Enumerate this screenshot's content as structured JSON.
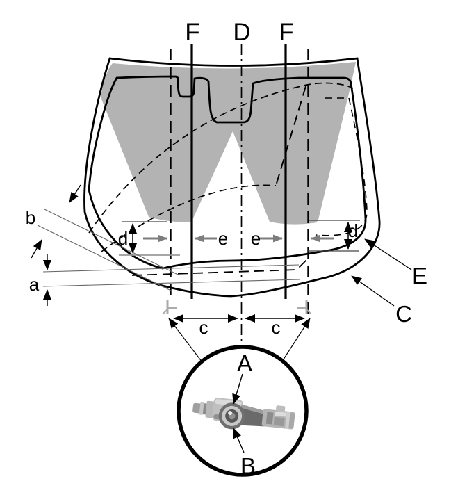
{
  "page": {
    "background": "#ffffff"
  },
  "diagram": {
    "kind": "windshield washer nozzle spray zone dimension diagram with magnified nozzle detail",
    "colors": {
      "spray_zone_fill": "#b3b3b3",
      "outline": "#000000",
      "dimension_gray": "#7d7d7d",
      "reference_gray": "#999999",
      "nozzle_marker_gray": "#ababab",
      "background": "#ffffff"
    },
    "reference_lines": {
      "left_wiper_line": "F",
      "vehicle_centerline": "D",
      "right_wiper_line": "F"
    },
    "dimensions": {
      "a": "a",
      "b": "b",
      "c_left": "c",
      "c_right": "c",
      "d_left": "d",
      "d_right": "d",
      "e_left": "e",
      "e_right": "e"
    },
    "callouts": {
      "nozzle_detail_top": "A",
      "nozzle_detail_bottom": "B",
      "outer_lower_edge": "C",
      "inner_edge": "E"
    }
  }
}
